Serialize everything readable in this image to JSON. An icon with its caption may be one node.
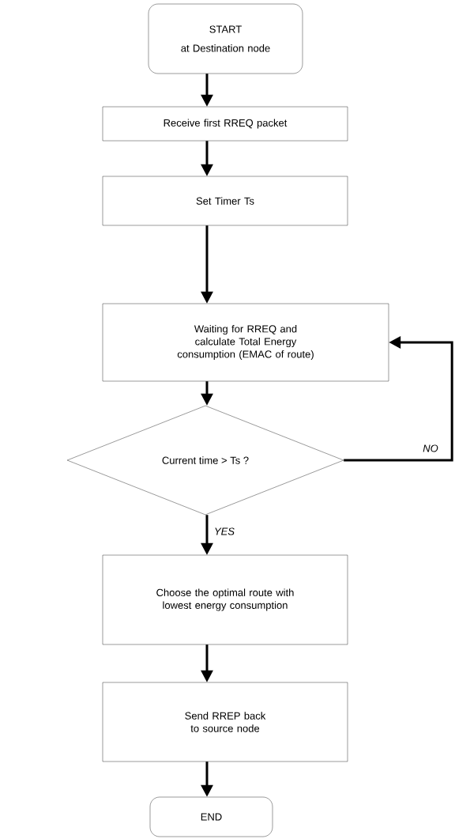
{
  "diagram": {
    "nodes": [
      {
        "text": [
          "START",
          "at Destination node"
        ]
      },
      {
        "text": [
          "Receive first RREQ packet"
        ]
      },
      {
        "text": [
          "Set Timer  Ts"
        ]
      },
      {
        "text": [
          "Waiting for RREQ and calculate Total Energy consumption (EMAC of route)"
        ]
      },
      {
        "text": [
          "Current time  >  Ts  ?"
        ]
      },
      {
        "text": [
          "Choose the optimal route with lowest energy consumption"
        ]
      },
      {
        "text": [
          "Send RREP back to source node"
        ]
      },
      {
        "text": [
          "END"
        ]
      }
    ],
    "edges": [
      {
        "from": 0,
        "to": 1,
        "arrow": "to"
      },
      {
        "from": 1,
        "to": 2,
        "arrow": "to"
      },
      {
        "from": 2,
        "to": 3,
        "arrow": "to"
      },
      {
        "from": 3,
        "to": 4,
        "arrow": "to"
      },
      {
        "from": 4,
        "to": 5,
        "arrow": "to",
        "label": "YES"
      },
      {
        "from": 5,
        "to": 6,
        "arrow": "to"
      },
      {
        "from": 6,
        "to": 7,
        "arrow": "to"
      },
      {
        "from": 4,
        "to": 3,
        "arrow": "to",
        "label": "NO"
      }
    ]
  }
}
